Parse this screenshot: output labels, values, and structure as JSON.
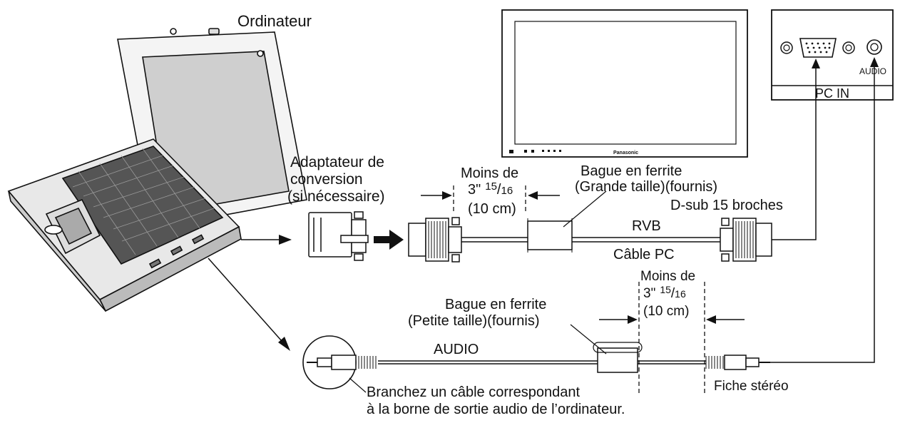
{
  "labels": {
    "computer": "Ordinateur",
    "adapter_line1": "Adaptateur de",
    "adapter_line2": "conversion",
    "adapter_line3": "(si nécessaire)",
    "less_than": "Moins de",
    "distance_inch_whole": "3\"",
    "distance_inch_num": "15",
    "distance_inch_den": "16",
    "distance_cm": "(10 cm)",
    "ferrite_large_line1": "Bague en ferrite",
    "ferrite_large_line2": "(Grande taille)(fournis)",
    "dsub": "D-sub 15 broches",
    "rgb": "RVB",
    "pc_cable": "Câble PC",
    "ferrite_small_line1": "Bague en ferrite",
    "ferrite_small_line2": "(Petite taille)(fournis)",
    "audio_cable": "AUDIO",
    "stereo_plug": "Fiche stéréo",
    "note_line1": "Branchez un câble correspondant",
    "note_line2": "à la borne de sortie audio de l’ordinateur.",
    "panel_audio": "AUDIO",
    "panel_pc_in": "PC IN",
    "display_brand": "Panasonic"
  }
}
